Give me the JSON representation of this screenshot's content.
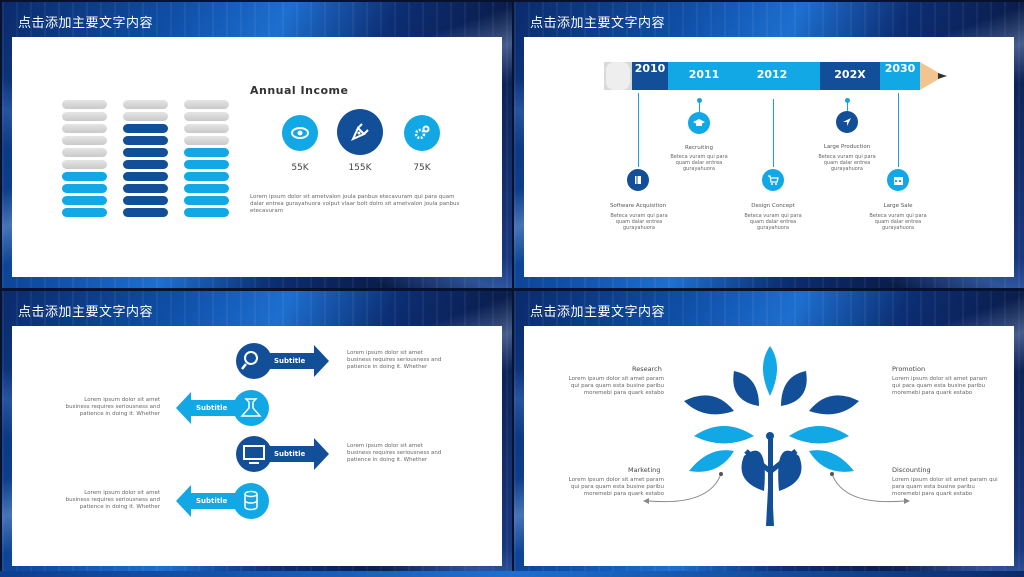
{
  "slides": {
    "title": "点击添加主要文字内容"
  },
  "slide1": {
    "heading": "Annual Income",
    "columns": [
      {
        "grey": 6,
        "dark": 0,
        "light": 4
      },
      {
        "grey": 2,
        "dark": 8,
        "light": 0
      },
      {
        "grey": 4,
        "dark": 0,
        "light": 6
      }
    ],
    "stats": [
      {
        "value": "55K",
        "icon": "eye-icon",
        "color": "#12a8e6"
      },
      {
        "value": "155K",
        "icon": "pen-nib-icon",
        "color": "#124f98"
      },
      {
        "value": "75K",
        "icon": "gears-icon",
        "color": "#12a8e6"
      }
    ],
    "paragraph": "Lorem ipsum dolor sit ametvalon joula panbus etecavuram qui para quam dalar entrea gurayahuora volput vlaar bolt dolro sit ametvalon joula panbus etecavuram"
  },
  "slide2": {
    "years": [
      "2010",
      "2011",
      "2012",
      "202X",
      "2030"
    ],
    "colors": {
      "dark": "#124f98",
      "light": "#12a8e6"
    },
    "milestones": [
      {
        "caption": "Software Acquisition",
        "desc": "Beteca vuram qui para quam dalar entrea gurayahuora",
        "icon": "book-icon"
      },
      {
        "caption": "Recruiting",
        "desc": "Beteca vuram qui para quam dalar entrea gurayahuora",
        "icon": "graduation-cap-icon"
      },
      {
        "caption": "Design Concept",
        "desc": "Beteca vuram qui para quam dalar entrea gurayahuora",
        "icon": "cart-icon"
      },
      {
        "caption": "Large Production",
        "desc": "Beteca vuram qui para quam dalar entrea gurayahuora",
        "icon": "navigation-icon"
      },
      {
        "caption": "Large Sale",
        "desc": "Beteca vuram qui para quam dalar entrea gurayahuora",
        "icon": "calendar-icon"
      }
    ]
  },
  "slide3": {
    "rows": [
      {
        "subtitle": "Subtitle",
        "text": "Lorem ipsum dolor sit amet business requires seriousness and patience in doing it. Whether",
        "icon": "search-icon"
      },
      {
        "subtitle": "Subtitle",
        "text": "Lorem ipsum dolor sit amet business requires seriousness and patience in doing it. Whether",
        "icon": "flask-icon"
      },
      {
        "subtitle": "Subtitle",
        "text": "Lorem ipsum dolor sit amet business requires seriousness and patience in doing it. Whether",
        "icon": "monitor-icon"
      },
      {
        "subtitle": "Subtitle",
        "text": "Lorem ipsum dolor sit amet business requires seriousness and patience in doing it. Whether",
        "icon": "database-icon"
      }
    ]
  },
  "slide4": {
    "research": {
      "label": "Research",
      "text": "Lorem ipsum dolor sit amet param qui para quam esta busine paribu moremebi para quark estabo"
    },
    "promotion": {
      "label": "Promotion",
      "text": "Lorem ipsum dolor sit amet param qui para quam esta busine paribu moremebi para quark estabo"
    },
    "marketing": {
      "label": "Marketing",
      "text": "Lorem ipsum dolor sit amet param qui para quam esta busine paribu moremebi para quark estabo"
    },
    "discounting": {
      "label": "Discounting",
      "text": "Lorem ipsum dolor sit amet param qui para quam esta busine paribu moremebi para quark estabo"
    }
  }
}
